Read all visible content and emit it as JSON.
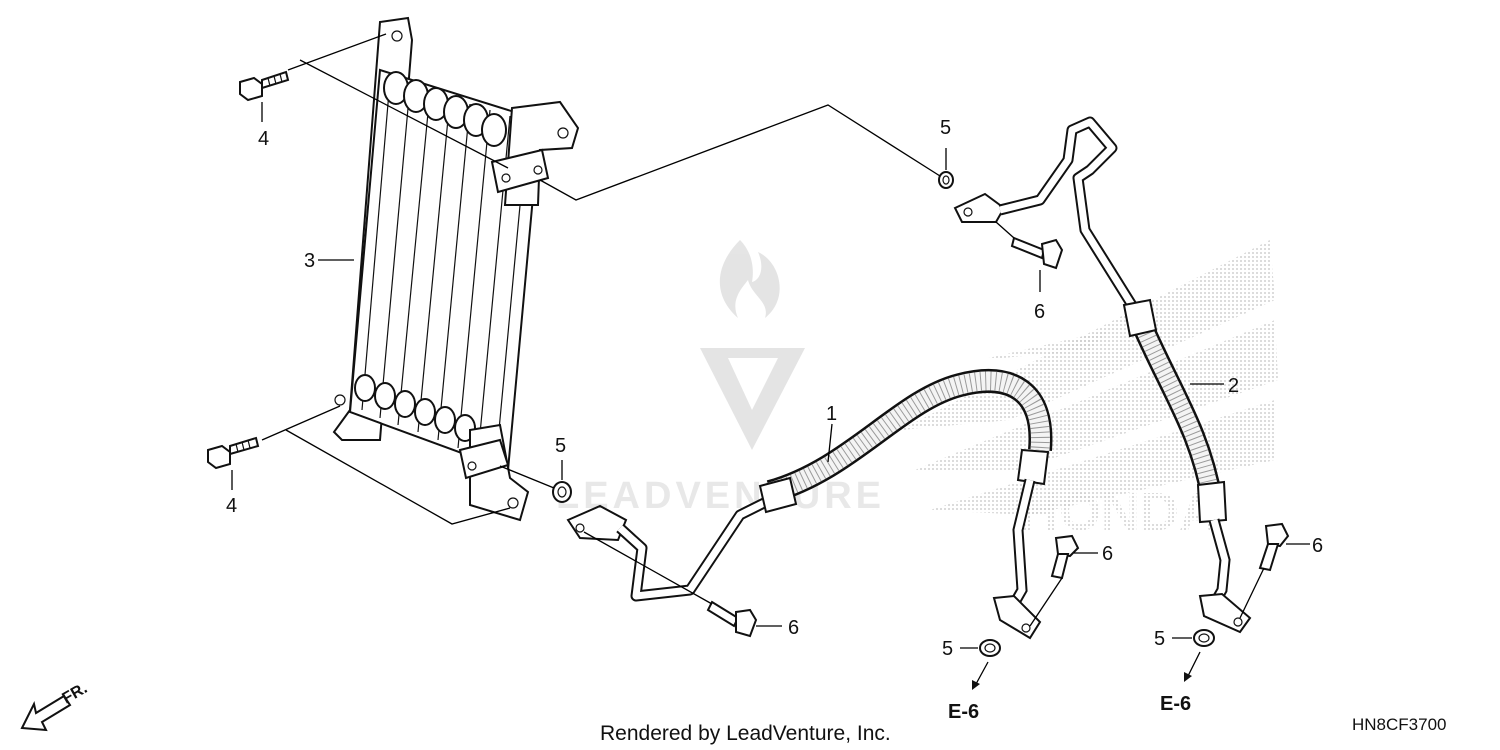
{
  "diagram": {
    "callouts": {
      "hose_1": "1",
      "hose_2": "2",
      "cooler_3": "3",
      "bolt_4_top": "4",
      "bolt_4_bottom": "4",
      "washer_5_top": "5",
      "washer_5_left": "5",
      "washer_5_mid": "5",
      "washer_5_right": "5",
      "bolt_6_top": "6",
      "bolt_6_left": "6",
      "bolt_6_mid": "6",
      "bolt_6_right": "6"
    },
    "refs": {
      "ref_left": "E-6",
      "ref_right": "E-6"
    },
    "direction": "FR.",
    "footer": "Rendered by LeadVenture, Inc.",
    "diagram_code": "HN8CF3700",
    "watermark_text": "LEADVENTURE",
    "watermark_brand": "HONDA"
  },
  "colors": {
    "line": "#111111",
    "watermark": "#d9d9d9",
    "dots": "#bcbcbc"
  },
  "icons": [
    "front-direction-arrow-icon",
    "leadventure-watermark-logo",
    "honda-wing-watermark"
  ]
}
